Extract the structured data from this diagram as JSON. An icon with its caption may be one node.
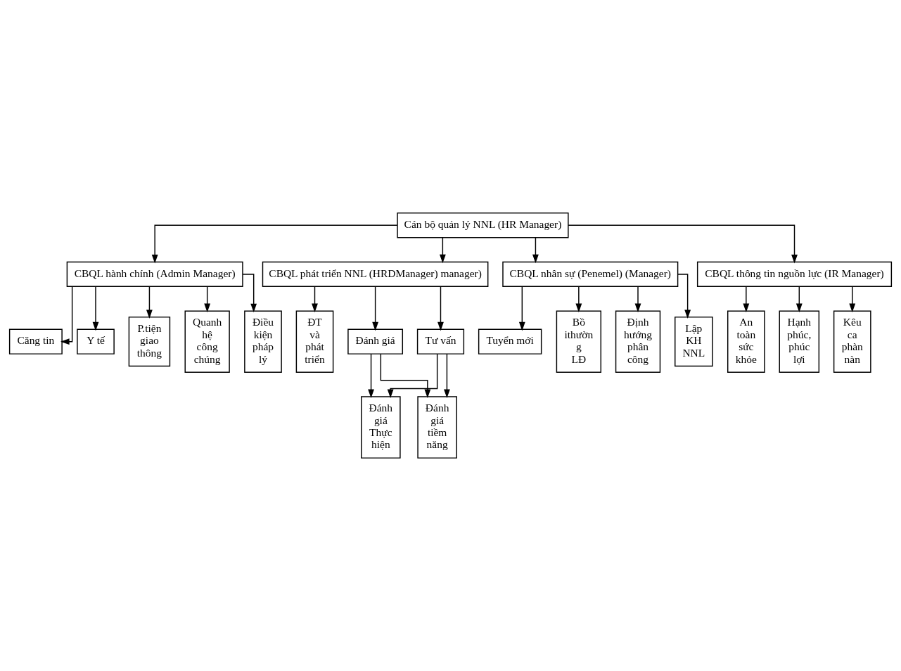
{
  "diagram": {
    "nodes": [
      {
        "text": [
          "Cán bộ quản lý NNL (HR Manager)"
        ]
      },
      {
        "text": [
          "CBQL hành chính (Admin Manager)"
        ]
      },
      {
        "text": [
          "CBQL phát triển NNL (HRDManager) manager)"
        ]
      },
      {
        "text": [
          "CBQL nhân sự (Penemel) (Manager)"
        ]
      },
      {
        "text": [
          "CBQL thông tin nguồn lực (IR Manager)"
        ]
      },
      {
        "text": [
          "ĐT và phát triển"
        ]
      },
      {
        "text": [
          "Tư vấn"
        ]
      },
      {
        "text": [
          "Đánh giá"
        ]
      },
      {
        "text": [
          "An toàn sức khỏe"
        ]
      },
      {
        "text": [
          "Hạnh phúc, phúc lợi"
        ]
      },
      {
        "text": [
          "Kêu ca phàn nàn"
        ]
      },
      {
        "text": [
          "Đánh giá Thực hiện"
        ]
      },
      {
        "text": [
          "Đánh giá tiềm năng"
        ]
      },
      {
        "text": [
          "Căng tin"
        ]
      },
      {
        "text": [
          "Y tế"
        ]
      },
      {
        "text": [
          "P.tiện giao thông"
        ]
      },
      {
        "text": [
          "Quanh hệ công chúng"
        ]
      },
      {
        "text": [
          "Điều kiện pháp lý"
        ]
      },
      {
        "text": [
          "Lập KH NNL"
        ]
      },
      {
        "text": [
          "Tuyển mới"
        ]
      },
      {
        "text": [
          "Bồ ithườn g LĐ"
        ]
      },
      {
        "text": [
          "Định hướng phân công"
        ]
      }
    ],
    "edges": [
      {
        "from": 0,
        "to": 1,
        "arrow": "to"
      },
      {
        "from": 0,
        "to": 2,
        "arrow": "to"
      },
      {
        "from": 0,
        "to": 3,
        "arrow": "to"
      },
      {
        "from": 0,
        "to": 4,
        "arrow": "to"
      },
      {
        "from": 2,
        "to": 5,
        "arrow": "to"
      },
      {
        "from": 2,
        "to": 6,
        "arrow": "to"
      },
      {
        "from": 2,
        "to": 7,
        "arrow": "to"
      },
      {
        "from": 4,
        "to": 8,
        "arrow": "to"
      },
      {
        "from": 4,
        "to": 9,
        "arrow": "to"
      },
      {
        "from": 4,
        "to": 10,
        "arrow": "to"
      },
      {
        "from": 6,
        "to": 11,
        "arrow": "to"
      },
      {
        "from": 6,
        "to": 12,
        "arrow": "to"
      },
      {
        "from": 7,
        "to": 11,
        "arrow": "to"
      },
      {
        "from": 7,
        "to": 12,
        "arrow": "to"
      },
      {
        "from": 1,
        "to": 13,
        "arrow": "to"
      },
      {
        "from": 1,
        "to": 14,
        "arrow": "to"
      },
      {
        "from": 1,
        "to": 15,
        "arrow": "to"
      },
      {
        "from": 1,
        "to": 16,
        "arrow": "to"
      },
      {
        "from": 1,
        "to": 17,
        "arrow": "to"
      },
      {
        "from": 3,
        "to": 18,
        "arrow": "to"
      },
      {
        "from": 3,
        "to": 19,
        "arrow": "to"
      },
      {
        "from": 3,
        "to": 20,
        "arrow": "to"
      },
      {
        "from": 3,
        "to": 21,
        "arrow": "to"
      }
    ]
  }
}
